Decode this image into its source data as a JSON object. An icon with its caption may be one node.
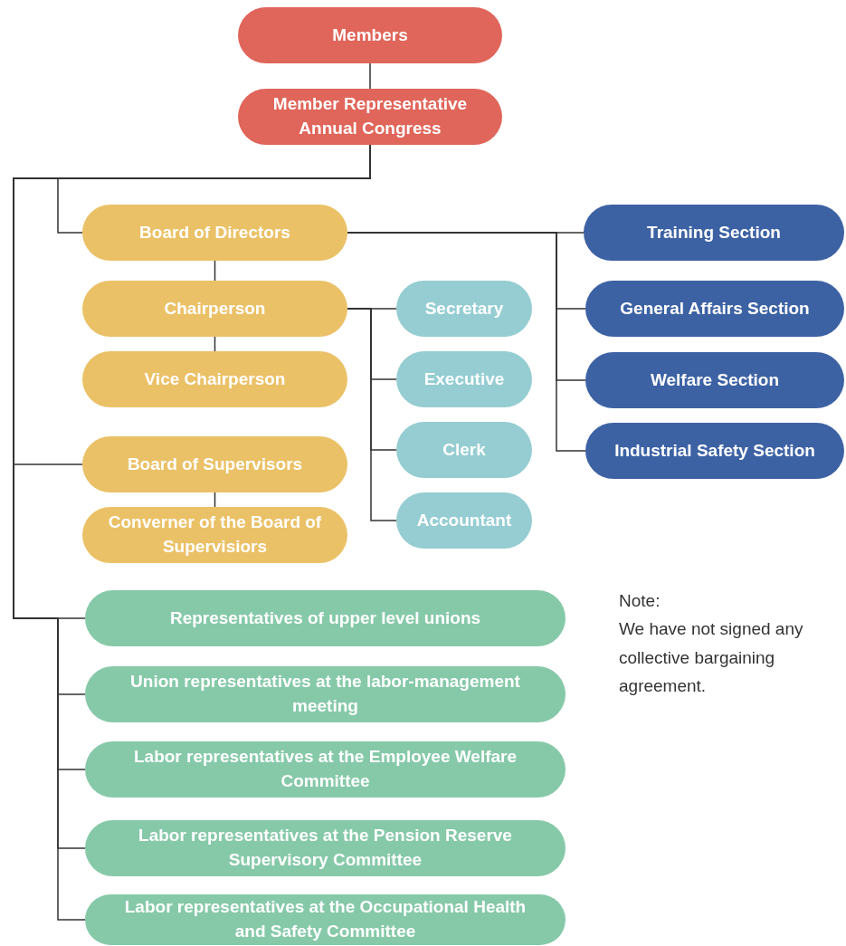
{
  "diagram": {
    "nodes": [
      {
        "text": [
          "Members"
        ]
      },
      {
        "text": [
          "Member Representative Annual Congress"
        ]
      },
      {
        "text": [
          "Board of Directors"
        ]
      },
      {
        "text": [
          "Chairperson"
        ]
      },
      {
        "text": [
          "Vice Chairperson"
        ]
      },
      {
        "text": [
          "Board of Supervisors"
        ]
      },
      {
        "text": [
          "Converner of the Board of Supervisiors"
        ]
      },
      {
        "text": [
          "Secretary"
        ]
      },
      {
        "text": [
          "Executive"
        ]
      },
      {
        "text": [
          "Clerk"
        ]
      },
      {
        "text": [
          "Accountant"
        ]
      },
      {
        "text": [
          "Training Section"
        ]
      },
      {
        "text": [
          "General Affairs Section"
        ]
      },
      {
        "text": [
          "Welfare Section"
        ]
      },
      {
        "text": [
          "Industrial Safety Section"
        ]
      },
      {
        "text": [
          "Representatives of upper level unions"
        ]
      },
      {
        "text": [
          "Union representatives at the labor-management meeting"
        ]
      },
      {
        "text": [
          "Labor representatives at the Employee Welfare Committee"
        ]
      },
      {
        "text": [
          "Labor representatives at the Pension Reserve Supervisory Committee"
        ]
      },
      {
        "text": [
          "Labor representatives at the Occupational Health and Safety Committee"
        ]
      }
    ],
    "edges": [
      {
        "from": 0,
        "to": 1,
        "arrow": "none"
      },
      {
        "from": 1,
        "to": 2,
        "arrow": "none"
      },
      {
        "from": 1,
        "to": 5,
        "arrow": "none"
      },
      {
        "from": 1,
        "to": 15,
        "arrow": "none"
      },
      {
        "from": 1,
        "to": 16,
        "arrow": "none"
      },
      {
        "from": 1,
        "to": 17,
        "arrow": "none"
      },
      {
        "from": 1,
        "to": 18,
        "arrow": "none"
      },
      {
        "from": 1,
        "to": 19,
        "arrow": "none"
      },
      {
        "from": 2,
        "to": 3,
        "arrow": "none"
      },
      {
        "from": 3,
        "to": 4,
        "arrow": "none"
      },
      {
        "from": 5,
        "to": 6,
        "arrow": "none"
      },
      {
        "from": 3,
        "to": 7,
        "arrow": "none"
      },
      {
        "from": 3,
        "to": 8,
        "arrow": "none"
      },
      {
        "from": 3,
        "to": 9,
        "arrow": "none"
      },
      {
        "from": 3,
        "to": 10,
        "arrow": "none"
      },
      {
        "from": 2,
        "to": 11,
        "arrow": "none"
      },
      {
        "from": 2,
        "to": 12,
        "arrow": "none"
      },
      {
        "from": 2,
        "to": 13,
        "arrow": "none"
      },
      {
        "from": 2,
        "to": 14,
        "arrow": "none"
      }
    ],
    "labels": [
      "Note:",
      "We have not signed any collective bargaining agreement."
    ]
  }
}
